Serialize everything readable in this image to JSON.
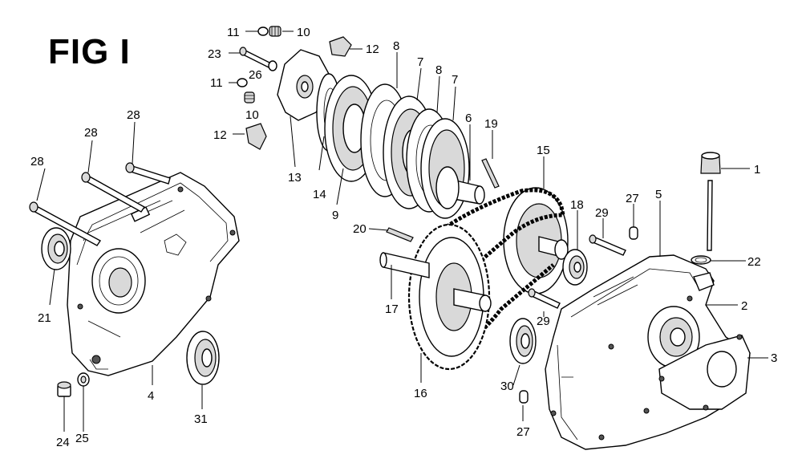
{
  "figure": {
    "title": "FIG I"
  },
  "callouts": [
    {
      "id": "c1",
      "label": "1"
    },
    {
      "id": "c2",
      "label": "2"
    },
    {
      "id": "c3",
      "label": "3"
    },
    {
      "id": "c4",
      "label": "4"
    },
    {
      "id": "c5",
      "label": "5"
    },
    {
      "id": "c6",
      "label": "6"
    },
    {
      "id": "c7a",
      "label": "7"
    },
    {
      "id": "c7b",
      "label": "7"
    },
    {
      "id": "c8a",
      "label": "8"
    },
    {
      "id": "c8b",
      "label": "8"
    },
    {
      "id": "c9",
      "label": "9"
    },
    {
      "id": "c10a",
      "label": "10"
    },
    {
      "id": "c10b",
      "label": "10"
    },
    {
      "id": "c11a",
      "label": "11"
    },
    {
      "id": "c11b",
      "label": "11"
    },
    {
      "id": "c12a",
      "label": "12"
    },
    {
      "id": "c12b",
      "label": "12"
    },
    {
      "id": "c13",
      "label": "13"
    },
    {
      "id": "c14",
      "label": "14"
    },
    {
      "id": "c15",
      "label": "15"
    },
    {
      "id": "c16",
      "label": "16"
    },
    {
      "id": "c17",
      "label": "17"
    },
    {
      "id": "c18",
      "label": "18"
    },
    {
      "id": "c19",
      "label": "19"
    },
    {
      "id": "c20",
      "label": "20"
    },
    {
      "id": "c21",
      "label": "21"
    },
    {
      "id": "c22",
      "label": "22"
    },
    {
      "id": "c23",
      "label": "23"
    },
    {
      "id": "c24",
      "label": "24"
    },
    {
      "id": "c25",
      "label": "25"
    },
    {
      "id": "c26",
      "label": "26"
    },
    {
      "id": "c27a",
      "label": "27"
    },
    {
      "id": "c27b",
      "label": "27"
    },
    {
      "id": "c28a",
      "label": "28"
    },
    {
      "id": "c28b",
      "label": "28"
    },
    {
      "id": "c28c",
      "label": "28"
    },
    {
      "id": "c29a",
      "label": "29"
    },
    {
      "id": "c29b",
      "label": "29"
    },
    {
      "id": "c30",
      "label": "30"
    },
    {
      "id": "c31",
      "label": "31"
    }
  ]
}
